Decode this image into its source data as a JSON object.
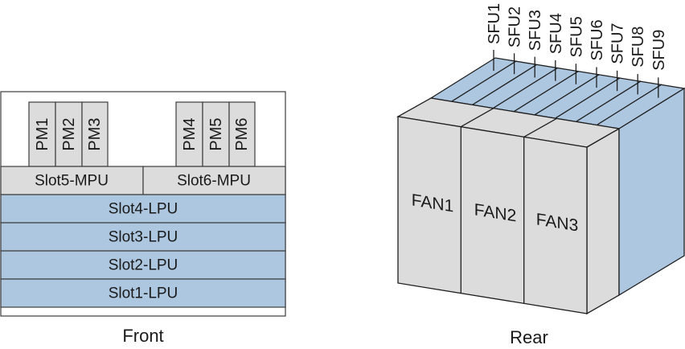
{
  "colors": {
    "module_grey": "#dcdcdc",
    "module_blue": "#adc7e0",
    "outline": "#3c3c3c",
    "background": "#ffffff"
  },
  "front": {
    "caption": "Front",
    "power_modules": [
      "PM1",
      "PM2",
      "PM3",
      "PM4",
      "PM5",
      "PM6"
    ],
    "mpu_slots": [
      "Slot5-MPU",
      "Slot6-MPU"
    ],
    "lpu_slots": [
      "Slot4-LPU",
      "Slot3-LPU",
      "Slot2-LPU",
      "Slot1-LPU"
    ]
  },
  "rear": {
    "caption": "Rear",
    "sfu_slots": [
      "SFU1",
      "SFU2",
      "SFU3",
      "SFU4",
      "SFU5",
      "SFU6",
      "SFU7",
      "SFU8",
      "SFU9"
    ],
    "fans": [
      "FAN1",
      "FAN2",
      "FAN3"
    ]
  }
}
